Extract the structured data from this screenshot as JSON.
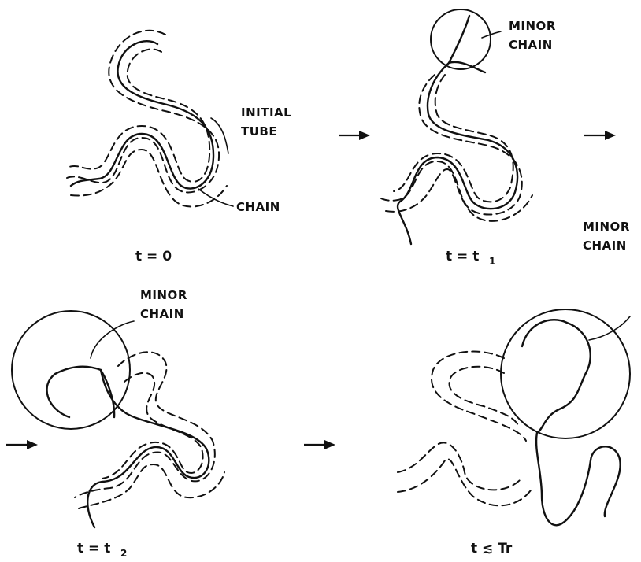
{
  "labels": {
    "initial_tube_line1": "INITIAL",
    "initial_tube_line2": "TUBE",
    "chain": "CHAIN",
    "minor_chain_line1": "MINOR",
    "minor_chain_line2": "CHAIN"
  },
  "panels": [
    {
      "time_label": "t = 0",
      "time_subscript": ""
    },
    {
      "time_label": "t = t",
      "time_subscript": "1"
    },
    {
      "time_label": "t = t",
      "time_subscript": "2"
    },
    {
      "time_label": "t ≲ Tr",
      "time_subscript": ""
    }
  ]
}
